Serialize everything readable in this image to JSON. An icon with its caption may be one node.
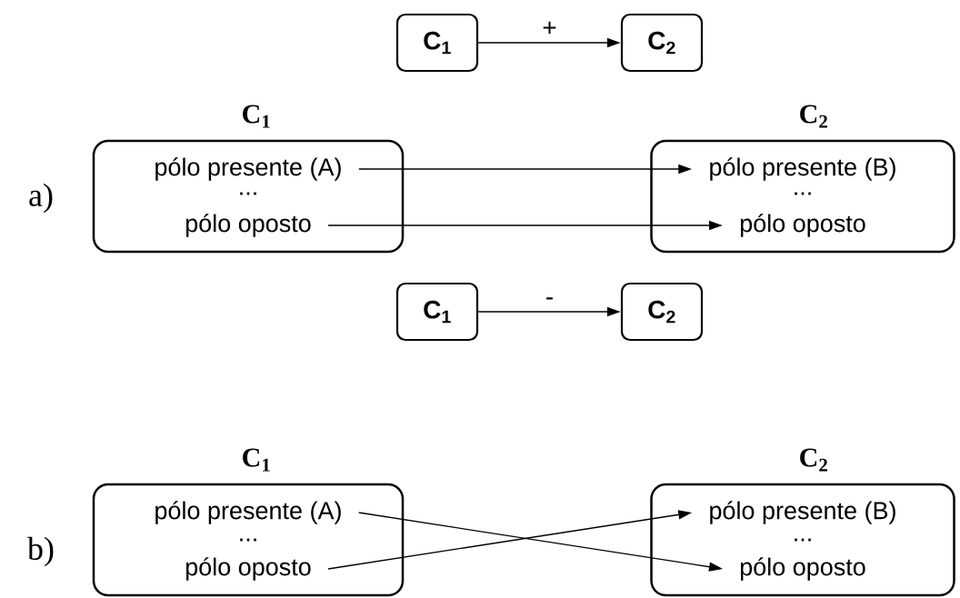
{
  "diagram": {
    "nodes": [
      {
        "text": [
          "C$_{1}$"
        ]
      },
      {
        "text": [
          "C$_{2}$"
        ]
      },
      {
        "text": [
          "C$_{1}$",
          "..."
        ]
      },
      {
        "text": [
          "pólo presente (A)"
        ],
        "in": 2
      },
      {
        "text": [
          "pólo oposto"
        ],
        "in": 2
      },
      {
        "text": [
          "C$_{2}$",
          "..."
        ]
      },
      {
        "text": [
          "pólo presente (B)"
        ],
        "in": 5
      },
      {
        "text": [
          "pólo oposto"
        ],
        "in": 5
      },
      {
        "text": [
          "C$_{1}$"
        ]
      },
      {
        "text": [
          "C$_{2}$"
        ]
      },
      {
        "text": [
          "C$_{1}$",
          "..."
        ]
      },
      {
        "text": [
          "pólo presente (A)"
        ],
        "in": 10
      },
      {
        "text": [
          "pólo oposto"
        ],
        "in": 10
      },
      {
        "text": [
          "C$_{2}$",
          "..."
        ]
      },
      {
        "text": [
          "pólo presente (B)"
        ],
        "in": 13
      },
      {
        "text": [
          "pólo oposto"
        ],
        "in": 13
      }
    ],
    "edges": [
      {
        "from": 0,
        "to": 1,
        "arrow": "to",
        "label": "+"
      },
      {
        "from": 3,
        "to": 6,
        "arrow": "to"
      },
      {
        "from": 4,
        "to": 7,
        "arrow": "to"
      },
      {
        "from": 8,
        "to": 9,
        "arrow": "to",
        "label": "-"
      },
      {
        "from": 11,
        "to": 15,
        "arrow": "to"
      },
      {
        "from": 12,
        "to": 14,
        "arrow": "to"
      }
    ],
    "labels": [
      "a)",
      "b)"
    ]
  }
}
